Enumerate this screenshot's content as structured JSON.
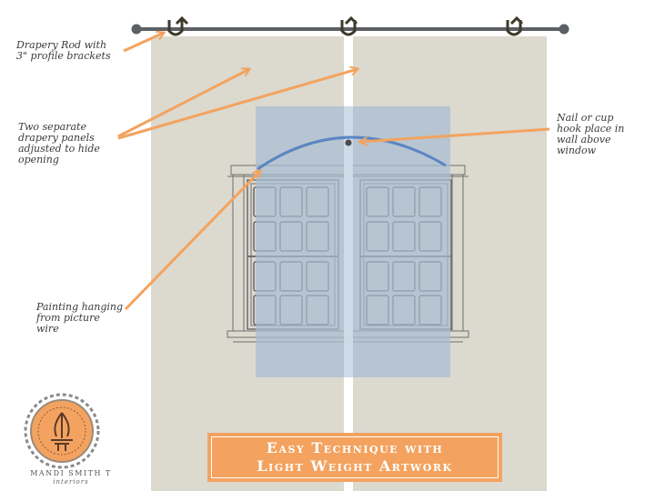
{
  "annotations": {
    "rod": "Drapery Rod with\n3\" profile brackets",
    "panels": "Two separate\ndrapery panels\nadjusted to hide\nopening",
    "nail": "Nail or cup\nhook place in\nwall above\nwindow",
    "painting": "Painting hanging\nfrom picture\nwire"
  },
  "title": {
    "line1": "Easy Technique with",
    "line2": "Light Weight Artwork"
  },
  "logo": {
    "name": "MANDI SMITH T",
    "sub": "interiors"
  },
  "colors": {
    "drapery": "#dcd9cf",
    "painting": "#a7bcd1",
    "rod": "#5c5f63",
    "wire": "#5b86c2",
    "arrow": "#f3a35f",
    "title_bg": "#f3a35f",
    "window_lines": "#6e6e6e"
  }
}
